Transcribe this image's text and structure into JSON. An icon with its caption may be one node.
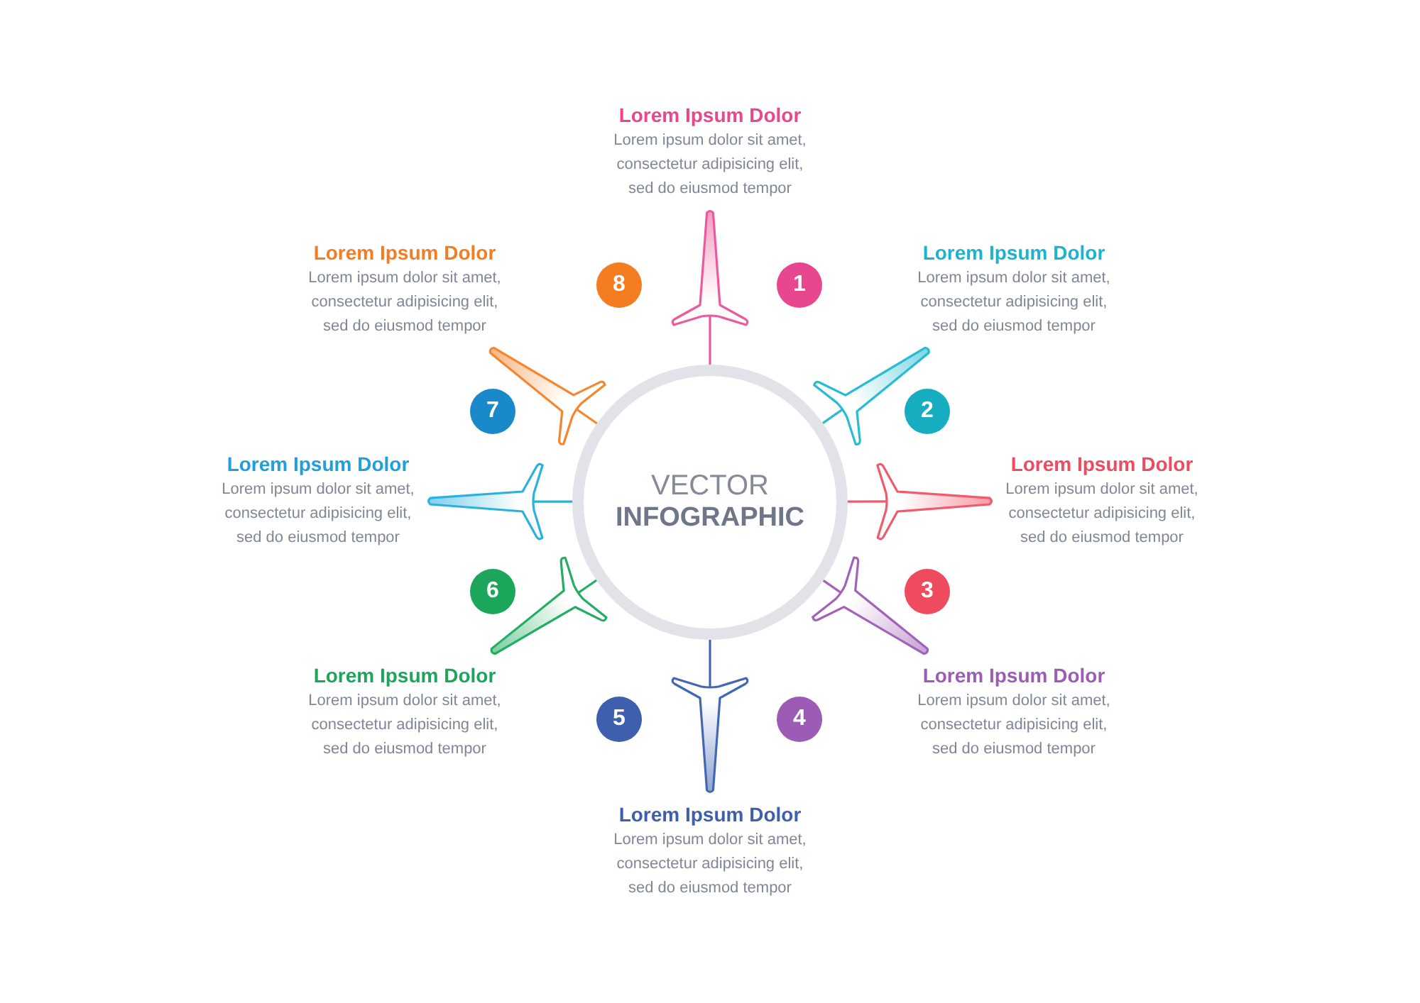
{
  "diagram": {
    "nodes": [
      {
        "text": [
          "VECTOR",
          "INFOGRAPHIC"
        ]
      },
      {
        "text": [
          "Lorem Ipsum Dolor",
          "Lorem ipsum dolor sit amet, consectetur adipisicing elit, sed do eiusmod tempor"
        ]
      },
      {
        "text": [
          "Lorem Ipsum Dolor",
          "Lorem ipsum dolor sit amet, consectetur adipisicing elit, sed do eiusmod tempor"
        ]
      },
      {
        "text": [
          "Lorem Ipsum Dolor",
          "Lorem ipsum dolor sit amet, consectetur adipisicing elit, sed do eiusmod tempor"
        ]
      },
      {
        "text": [
          "Lorem Ipsum Dolor",
          "Lorem ipsum dolor sit amet, consectetur adipisicing elit, sed do eiusmod tempor"
        ]
      },
      {
        "text": [
          "Lorem Ipsum Dolor",
          "Lorem ipsum dolor sit amet, consectetur adipisicing elit, sed do eiusmod tempor"
        ]
      },
      {
        "text": [
          "Lorem Ipsum Dolor",
          "Lorem ipsum dolor sit amet, consectetur adipisicing elit, sed do eiusmod tempor"
        ]
      },
      {
        "text": [
          "Lorem Ipsum Dolor",
          "Lorem ipsum dolor sit amet, consectetur adipisicing elit, sed do eiusmod tempor"
        ]
      },
      {
        "text": [
          "Lorem Ipsum Dolor",
          "Lorem ipsum dolor sit amet, consectetur adipisicing elit, sed do eiusmod tempor"
        ]
      },
      {
        "text": [
          "1"
        ]
      },
      {
        "text": [
          "2"
        ]
      },
      {
        "text": [
          "3"
        ]
      },
      {
        "text": [
          "4"
        ]
      },
      {
        "text": [
          "5"
        ]
      },
      {
        "text": [
          "6"
        ]
      },
      {
        "text": [
          "7"
        ]
      },
      {
        "text": [
          "8"
        ]
      }
    ],
    "edges": [
      {
        "from": 0,
        "to": 1,
        "arrow": "to",
        "color": "#ec5a9d"
      },
      {
        "from": 0,
        "to": 2,
        "arrow": "to",
        "color": "#27bcd3"
      },
      {
        "from": 0,
        "to": 3,
        "arrow": "to",
        "color": "#f05a6a"
      },
      {
        "from": 0,
        "to": 4,
        "arrow": "to",
        "color": "#a262ba"
      },
      {
        "from": 0,
        "to": 5,
        "arrow": "to",
        "color": "#4467b4"
      },
      {
        "from": 0,
        "to": 6,
        "arrow": "to",
        "color": "#22ad62"
      },
      {
        "from": 0,
        "to": 7,
        "arrow": "to",
        "color": "#2ab1df"
      },
      {
        "from": 0,
        "to": 8,
        "arrow": "to",
        "color": "#f5862e"
      }
    ]
  }
}
